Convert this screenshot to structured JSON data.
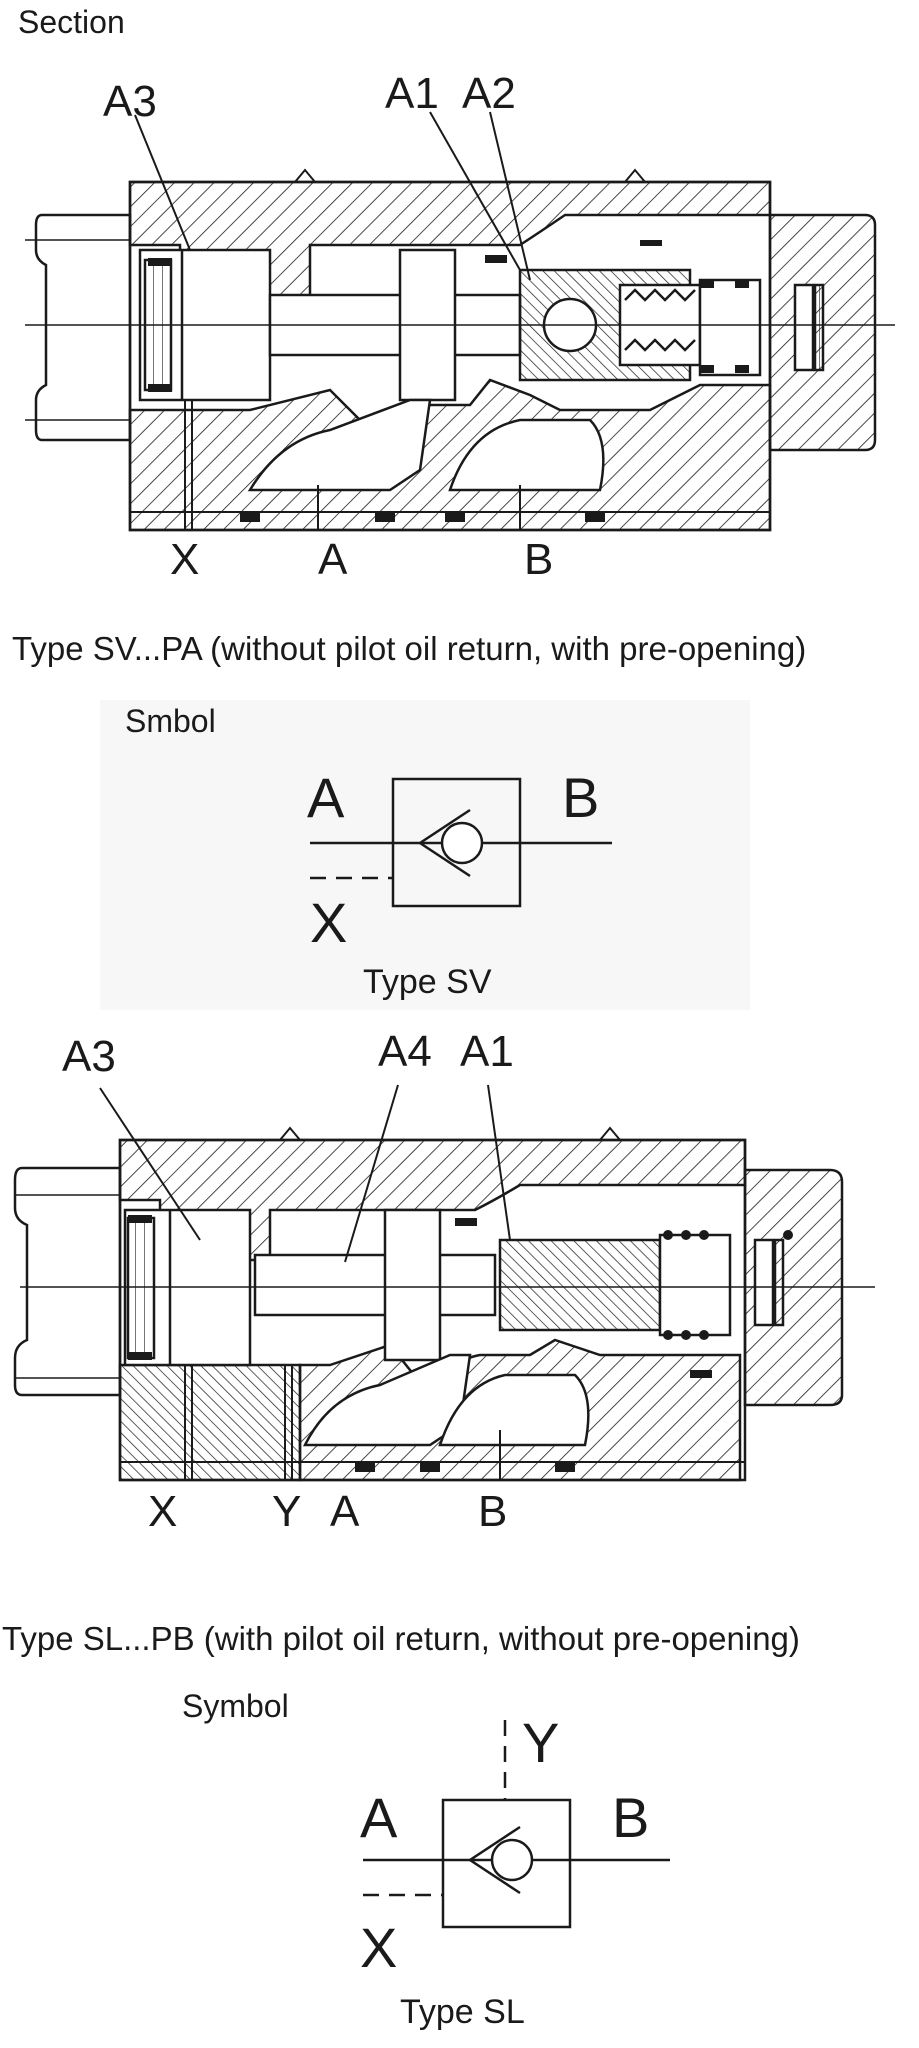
{
  "section1": {
    "heading": "Section",
    "labels": {
      "a3": "A3",
      "a1": "A1",
      "a2": "A2",
      "x": "X",
      "a": "A",
      "b": "B"
    },
    "caption": "Type SV...PA  (without pilot oil return, with pre-opening)"
  },
  "symbol1": {
    "heading": "Smbol",
    "a": "A",
    "b": "B",
    "x": "X",
    "type": "Type SV"
  },
  "section2": {
    "labels": {
      "a3": "A3",
      "a4": "A4",
      "a1": "A1",
      "x": "X",
      "y": "Y",
      "a": "A",
      "b": "B"
    },
    "caption": "Type SL...PB (with pilot oil return, without pre-opening)"
  },
  "symbol2": {
    "heading": "Symbol",
    "a": "A",
    "b": "B",
    "x": "X",
    "y": "Y",
    "type": "Type SL"
  },
  "colors": {
    "line": "#1a1a1a",
    "background": "#ffffff",
    "panel": "#f7f7f7"
  }
}
